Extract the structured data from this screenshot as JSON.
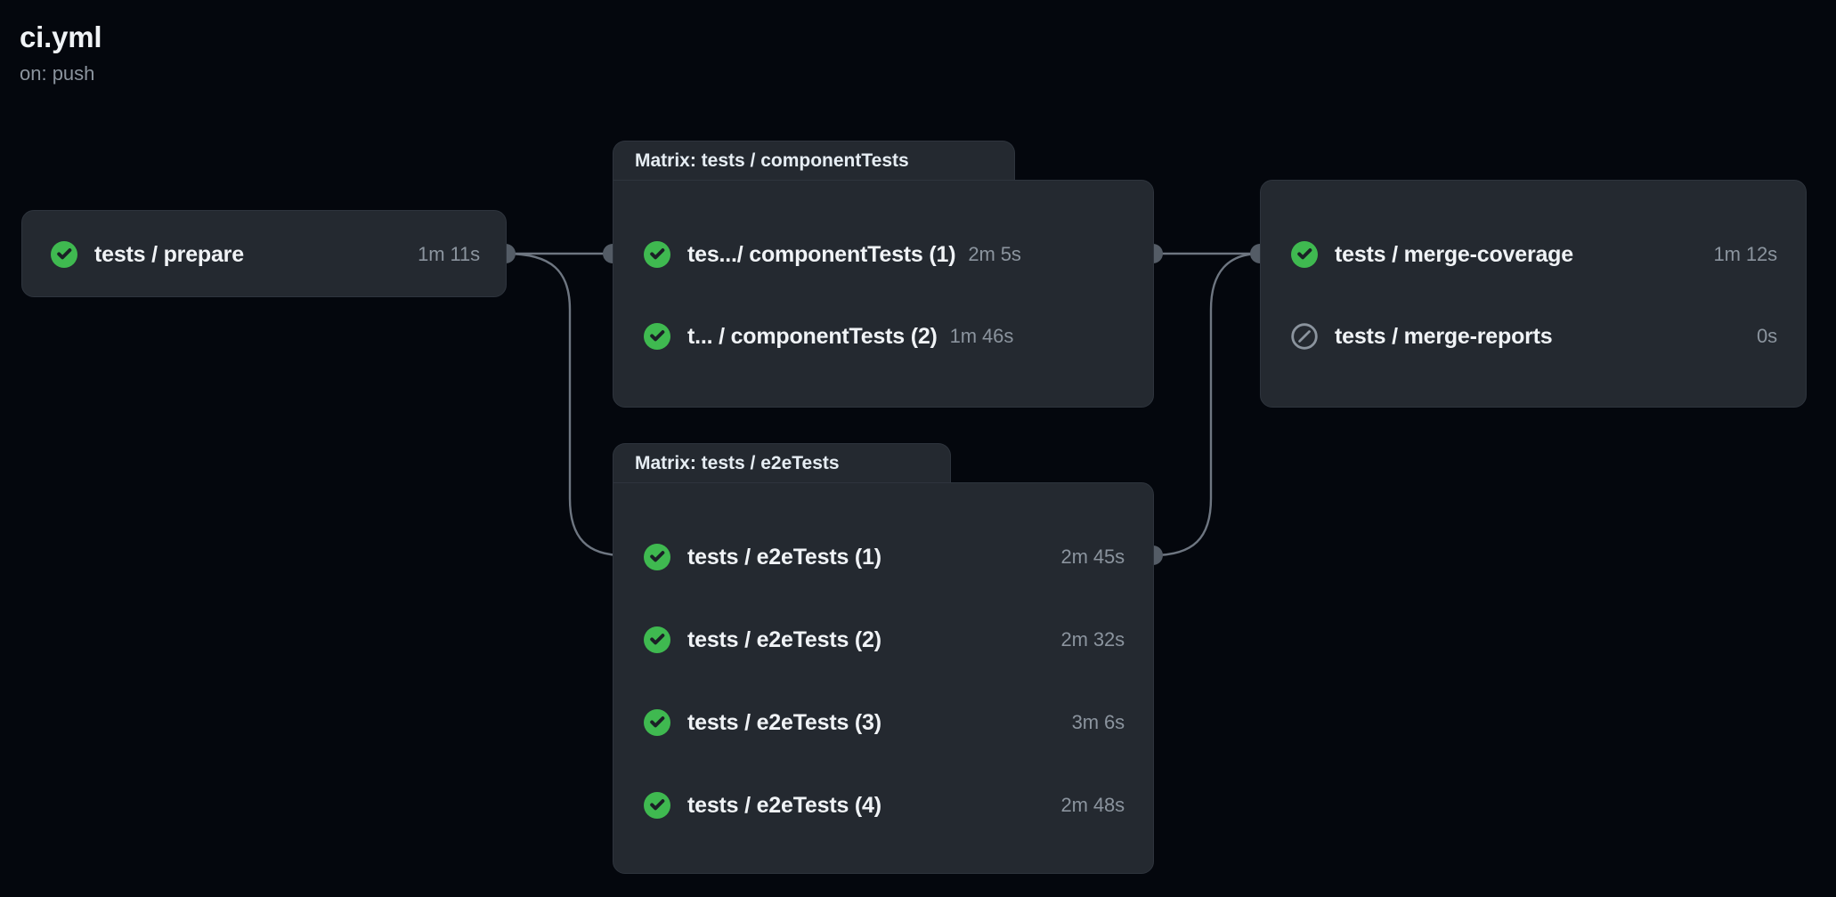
{
  "workflow": {
    "title": "ci.yml",
    "trigger": "on: push"
  },
  "colors": {
    "background": "#04070d",
    "card": "#242930",
    "card_border": "#2e343d",
    "edge": "#6e7681",
    "connector_dot": "#545c66",
    "success": "#3fb950",
    "skipped": "#8b949e",
    "text_primary": "#f0f3f6",
    "text_muted": "#8b949e"
  },
  "nodes": {
    "prepare": {
      "kind": "job",
      "label": "tests / prepare",
      "duration": "1m 11s",
      "status": "success",
      "status_icon": "check-circle-icon"
    },
    "component_matrix": {
      "kind": "matrix",
      "group_label": "Matrix: tests / componentTests",
      "duration_align": "fixed",
      "jobs": [
        {
          "label": "tes.../ componentTests (1)",
          "duration": "2m 5s",
          "status": "success",
          "status_icon": "check-circle-icon"
        },
        {
          "label": "t...  / componentTests (2)",
          "duration": "1m 46s",
          "status": "success",
          "status_icon": "check-circle-icon"
        }
      ]
    },
    "e2e_matrix": {
      "kind": "matrix",
      "group_label": "Matrix: tests / e2eTests",
      "duration_align": "flex",
      "jobs": [
        {
          "label": "tests / e2eTests (1)",
          "duration": "2m 45s",
          "status": "success",
          "status_icon": "check-circle-icon"
        },
        {
          "label": "tests / e2eTests (2)",
          "duration": "2m 32s",
          "status": "success",
          "status_icon": "check-circle-icon"
        },
        {
          "label": "tests / e2eTests (3)",
          "duration": "3m 6s",
          "status": "success",
          "status_icon": "check-circle-icon"
        },
        {
          "label": "tests / e2eTests (4)",
          "duration": "2m 48s",
          "status": "success",
          "status_icon": "check-circle-icon"
        }
      ]
    },
    "merge": {
      "kind": "group",
      "duration_align": "flex",
      "jobs": [
        {
          "label": "tests / merge-coverage",
          "duration": "1m 12s",
          "status": "success",
          "status_icon": "check-circle-icon"
        },
        {
          "label": "tests / merge-reports",
          "duration": "0s",
          "status": "skipped",
          "status_icon": "skipped-circle-icon"
        }
      ]
    }
  }
}
